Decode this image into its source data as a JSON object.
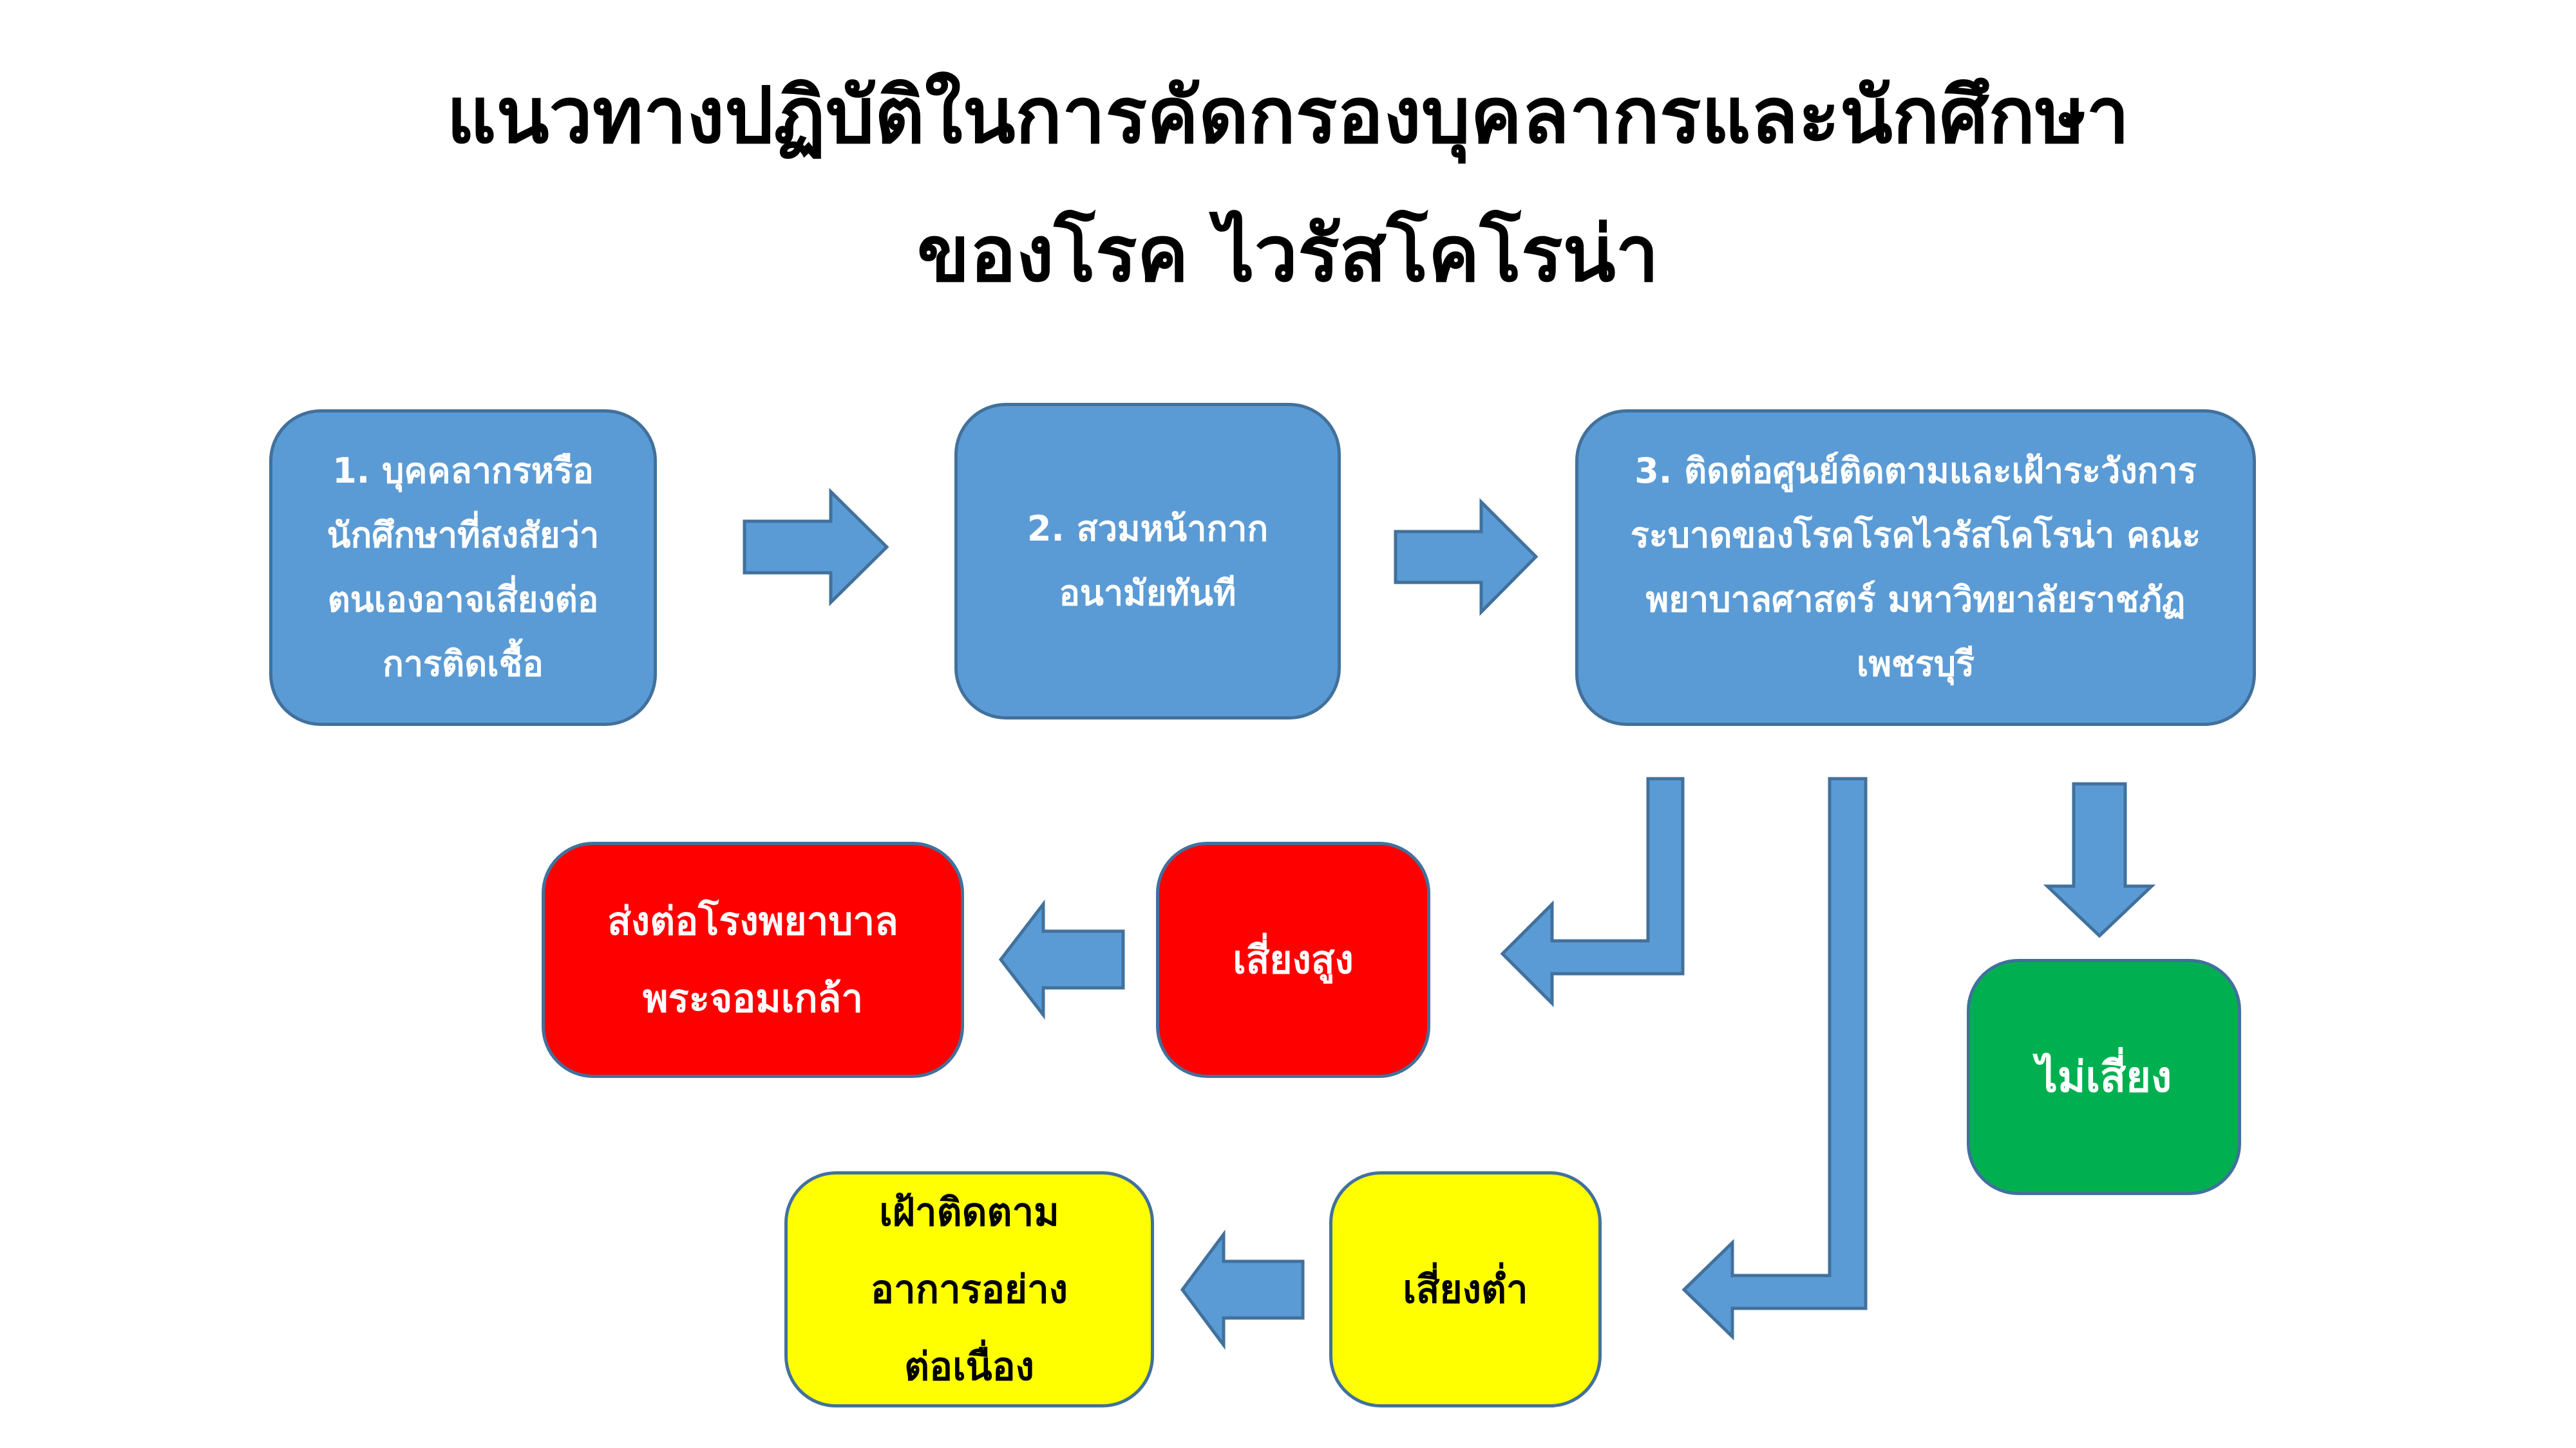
{
  "title": {
    "line1": "แนวทางปฏิบัติในการคัดกรองบุคลากรและนักศึกษา",
    "line2": "ของโรค ไวรัสโคโรน่า"
  },
  "steps": [
    {
      "lines": [
        "1. บุคคลากรหรือ",
        "นักศึกษาที่สงสัยว่า",
        "ตนเองอาจเสี่ยงต่อ",
        "การติดเชื้อ"
      ]
    },
    {
      "lines": [
        "2. สวมหน้ากาก",
        "อนามัยทันที"
      ]
    },
    {
      "lines": [
        "3. ติดต่อศูนย์ติดตามและเฝ้าระวังการ",
        "ระบาดของโรคโรคไวรัสโคโรน่า คณะ",
        "พยาบาลศาสตร์ มหาวิทยาลัยราชภัฏ",
        "เพชรบุรี"
      ]
    }
  ],
  "outcomes": {
    "high_risk": "เสี่ยงสูง",
    "refer": [
      "ส่งต่อโรงพยาบาล",
      "พระจอมเกล้า"
    ],
    "no_risk": "ไม่เสี่ยง",
    "low_risk": "เสี่ยงต่ำ",
    "monitor": [
      "เฝ้าติดตาม",
      "อาการอย่าง",
      "ต่อเนื่อง"
    ]
  },
  "colors": {
    "blue": "#5b9bd5",
    "red": "#ff0000",
    "green": "#00b050",
    "yellow": "#ffff00"
  }
}
